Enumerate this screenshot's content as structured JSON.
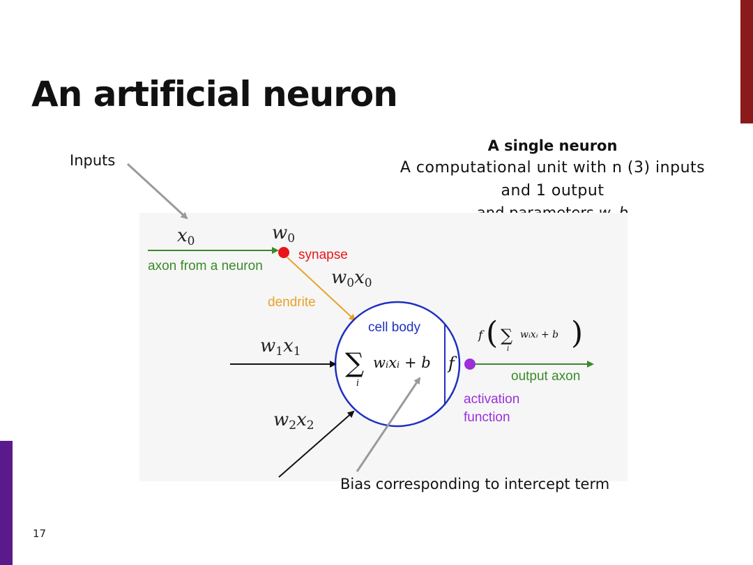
{
  "slide": {
    "title": "An artificial neuron",
    "page_number": "17"
  },
  "summary": {
    "heading": "A single neuron",
    "description_line1": "A computational unit with n (3) inputs",
    "description_line2": "and 1 output",
    "params_prefix": "and parameters ",
    "params_vars": "w, b"
  },
  "annotations": {
    "inputs": "Inputs",
    "bias": "Bias corresponding to intercept term"
  },
  "diagram": {
    "x0": "x",
    "x0_sub": "0",
    "w0": "w",
    "w0_sub": "0",
    "synapse": "synapse",
    "axon_from_neuron": "axon from a neuron",
    "w0x0_a": "w",
    "w0x0_sub_a": "0",
    "w0x0_b": "x",
    "w0x0_sub_b": "0",
    "dendrite": "dendrite",
    "cell_body": "cell body",
    "w1x1_a": "w",
    "w1x1_sub_a": "1",
    "w1x1_b": "x",
    "w1x1_sub_b": "1",
    "w2x2_a": "w",
    "w2x2_sub_a": "2",
    "w2x2_b": "x",
    "w2x2_sub_b": "2",
    "sum_symbol": "∑",
    "sum_index": "i",
    "sum_expr": "wᵢxᵢ + b",
    "f_symbol": "f",
    "output_formula_f": "f",
    "output_formula_body": "wᵢxᵢ + b",
    "output_axon": "output axon",
    "activation_line1": "activation",
    "activation_line2": "function"
  },
  "colors": {
    "accent_top": "#8b1a1a",
    "accent_bottom": "#5a1a8c",
    "green": "#3a8a2a",
    "red_synapse": "#e8161b",
    "orange": "#e8a22a",
    "blue": "#1f2fc0",
    "purple": "#9b2fd8",
    "gray_arrow": "#9a9a9a"
  }
}
